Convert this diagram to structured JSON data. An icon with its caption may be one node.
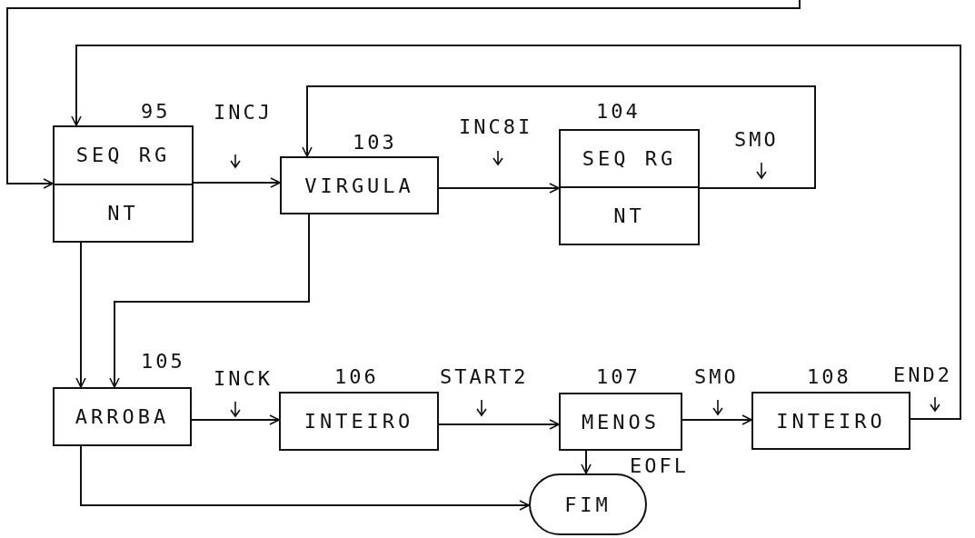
{
  "diagram": {
    "nodes": [
      {
        "text": [
          "SEQ RG",
          "NT"
        ],
        "beside": [
          "95"
        ]
      },
      {
        "text": [
          "VIRGULA"
        ],
        "beside": [
          "103"
        ]
      },
      {
        "text": [
          "SEQ RG",
          "NT"
        ],
        "beside": [
          "104"
        ]
      },
      {
        "text": [
          "ARROBA"
        ],
        "beside": [
          "105"
        ]
      },
      {
        "text": [
          "INTEIRO"
        ],
        "beside": [
          "106"
        ]
      },
      {
        "text": [
          "MENOS"
        ],
        "beside": [
          "107"
        ]
      },
      {
        "text": [
          "INTEIRO"
        ],
        "beside": [
          "108"
        ]
      },
      {
        "text": [
          "FIM"
        ]
      }
    ],
    "edges": [
      {
        "from": null,
        "to": 0,
        "arrow": "to"
      },
      {
        "from": 0,
        "to": 1,
        "arrow": "to",
        "label": "INCJ"
      },
      {
        "from": 1,
        "to": 2,
        "arrow": "to",
        "label": "INC8I"
      },
      {
        "from": 2,
        "to": 1,
        "arrow": "to",
        "label": "SMO"
      },
      {
        "from": 0,
        "to": 3,
        "arrow": "to"
      },
      {
        "from": 1,
        "to": 3,
        "arrow": "to"
      },
      {
        "from": 3,
        "to": 4,
        "arrow": "to",
        "label": "INCK"
      },
      {
        "from": 4,
        "to": 5,
        "arrow": "to",
        "label": "START2"
      },
      {
        "from": 5,
        "to": 6,
        "arrow": "to",
        "label": "SMO"
      },
      {
        "from": 6,
        "to": 0,
        "arrow": "to",
        "label": "END2"
      },
      {
        "from": 3,
        "to": 7,
        "arrow": "to"
      },
      {
        "from": 5,
        "to": 7,
        "arrow": "to",
        "label": "EOFL"
      }
    ]
  }
}
